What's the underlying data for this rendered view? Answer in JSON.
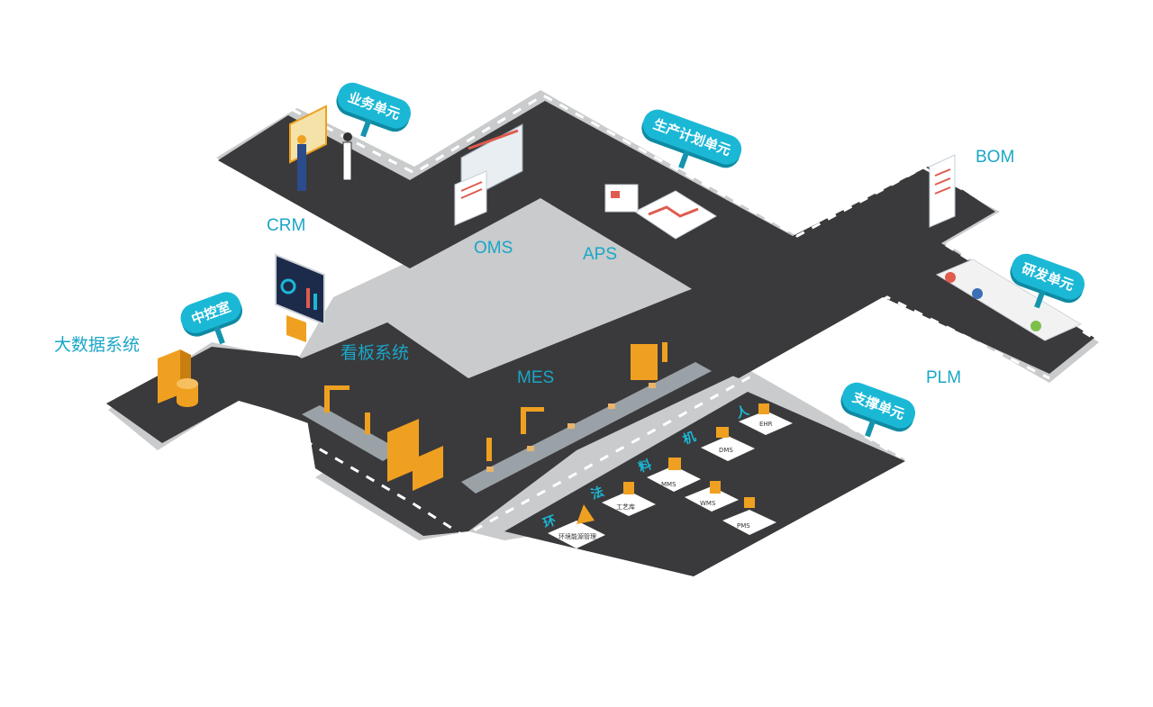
{
  "labels": {
    "crm": "CRM",
    "oms": "OMS",
    "aps": "APS",
    "bom": "BOM",
    "plm": "PLM",
    "mes": "MES",
    "big_data": "大数据系统",
    "kanban": "看板系统"
  },
  "badges": {
    "business_unit": "业务单元",
    "production_plan_unit": "生产计划单元",
    "control_room": "中控室",
    "rd_unit": "研发单元",
    "support_unit": "支撑单元"
  },
  "support_letters": [
    "人",
    "机",
    "料",
    "法",
    "环"
  ],
  "support_tiles": {
    "ehr": "EHR",
    "dms": "DMS",
    "mms": "MMS",
    "wms": "WMS",
    "pms": "PMS",
    "craft": "工艺库",
    "env": "环境能源管理"
  },
  "colors": {
    "road": "#3a3a3c",
    "curb": "#c9cbcc",
    "dash": "#ffffff",
    "accent": "#1bb8d6",
    "label": "#1aa6c8",
    "machine": "#f0a020"
  }
}
